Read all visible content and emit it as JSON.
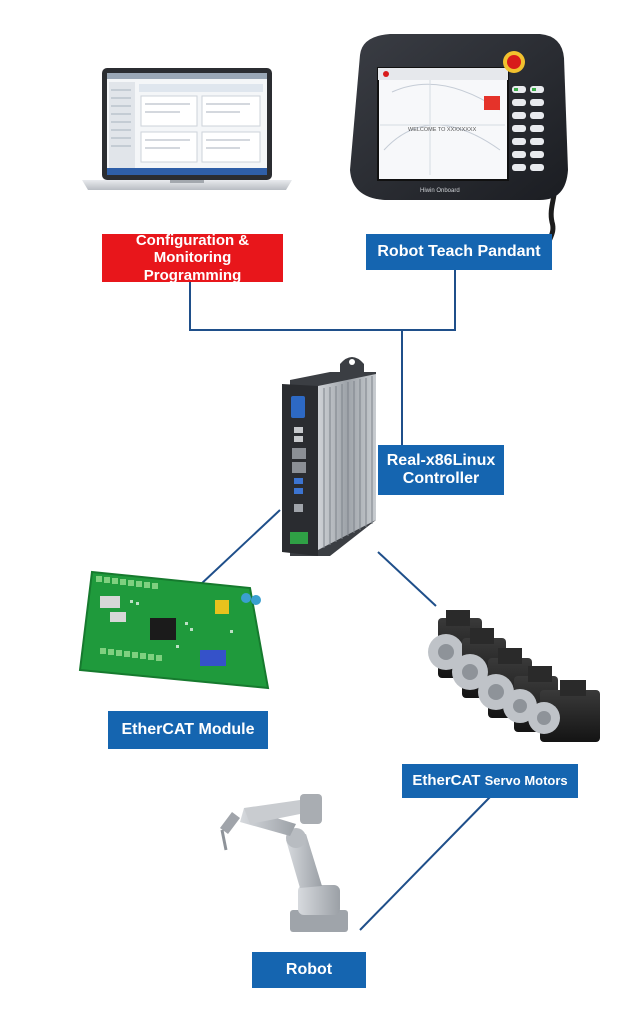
{
  "colors": {
    "accent_blue": "#1565b0",
    "accent_red": "#e8161b",
    "connector": "#1f4f8a",
    "pcb_green": "#1f9a3c"
  },
  "labels": {
    "config_line1": "Configuration &",
    "config_line2": "Monitoring Programming",
    "teach": "Robot Teach Pandant",
    "controller_line1": "Real-x86Linux",
    "controller_line2": "Controller",
    "ethercat_module": "EtherCAT Module",
    "servo_main": "EtherCAT",
    "servo_small": "Servo Motors",
    "robot": "Robot"
  },
  "teach_pendant": {
    "screen_text": "WELCOME TO XXXXXXXX",
    "footer_text": "Hiwin Onboard"
  },
  "nodes": [
    "laptop-image",
    "teach-pendant-image",
    "controller-box-image",
    "ethercat-board-image",
    "servo-motors-image",
    "robot-arm-image"
  ]
}
